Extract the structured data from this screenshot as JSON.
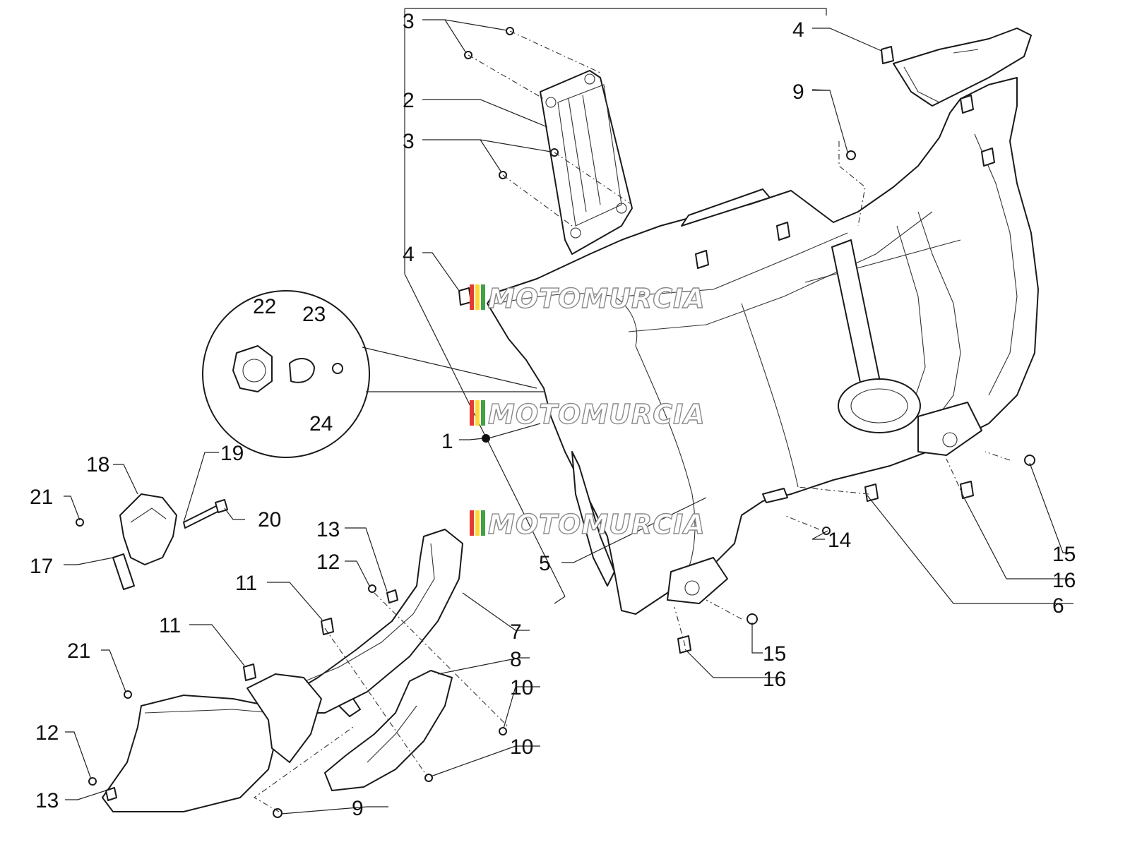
{
  "callouts": [
    {
      "id": "c1",
      "text": "1"
    },
    {
      "id": "c2",
      "text": "2"
    },
    {
      "id": "c3a",
      "text": "3"
    },
    {
      "id": "c3b",
      "text": "3"
    },
    {
      "id": "c4a",
      "text": "4"
    },
    {
      "id": "c4b",
      "text": "4"
    },
    {
      "id": "c5",
      "text": "5"
    },
    {
      "id": "c6",
      "text": "6"
    },
    {
      "id": "c7",
      "text": "7"
    },
    {
      "id": "c8",
      "text": "8"
    },
    {
      "id": "c9a",
      "text": "9"
    },
    {
      "id": "c9b",
      "text": "9"
    },
    {
      "id": "c10a",
      "text": "10"
    },
    {
      "id": "c10b",
      "text": "10"
    },
    {
      "id": "c11a",
      "text": "11"
    },
    {
      "id": "c11b",
      "text": "11"
    },
    {
      "id": "c12a",
      "text": "12"
    },
    {
      "id": "c12b",
      "text": "12"
    },
    {
      "id": "c13a",
      "text": "13"
    },
    {
      "id": "c13b",
      "text": "13"
    },
    {
      "id": "c14",
      "text": "14"
    },
    {
      "id": "c15a",
      "text": "15"
    },
    {
      "id": "c15b",
      "text": "15"
    },
    {
      "id": "c16a",
      "text": "16"
    },
    {
      "id": "c16b",
      "text": "16"
    },
    {
      "id": "c17",
      "text": "17"
    },
    {
      "id": "c18",
      "text": "18"
    },
    {
      "id": "c19",
      "text": "19"
    },
    {
      "id": "c20",
      "text": "20"
    },
    {
      "id": "c21a",
      "text": "21"
    },
    {
      "id": "c21b",
      "text": "21"
    },
    {
      "id": "c22",
      "text": "22"
    },
    {
      "id": "c23",
      "text": "23"
    },
    {
      "id": "c24",
      "text": "24"
    }
  ],
  "watermark": {
    "text": "MOTOMURCIA",
    "stripe_colors": [
      "#e53935",
      "#fdd835",
      "#43a047"
    ]
  },
  "colors": {
    "line": "#1a1a1a",
    "background": "#ffffff"
  }
}
